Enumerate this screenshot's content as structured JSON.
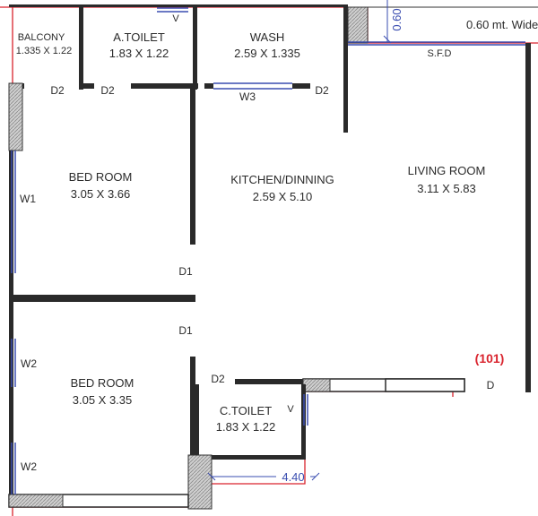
{
  "rooms": {
    "balcony": {
      "name": "BALCONY",
      "size": "1.335 X 1.22"
    },
    "a_toilet": {
      "name": "A.TOILET",
      "size": "1.83 X 1.22"
    },
    "wash": {
      "name": "WASH",
      "size": "2.59 X 1.335"
    },
    "bed_room_1": {
      "name": "BED ROOM",
      "size": "3.05 X 3.66"
    },
    "kitchen": {
      "name": "KITCHEN/DINNING",
      "size": "2.59 X 5.10"
    },
    "living": {
      "name": "LIVING ROOM",
      "size": "3.11 X 5.83"
    },
    "bed_room_2": {
      "name": "BED ROOM",
      "size": "3.05 X 3.35"
    },
    "c_toilet": {
      "name": "C.TOILET",
      "size": "1.83 X 1.22"
    }
  },
  "openings": {
    "d2_balcony": "D2",
    "d2_atoilet": "D2",
    "d2_wash": "D2",
    "d2_ctoilet": "D2",
    "d1_upper": "D1",
    "d1_lower": "D1",
    "d_main": "D",
    "w1": "W1",
    "w2_upper": "W2",
    "w2_lower": "W2",
    "w3": "W3",
    "v_atoilet": "V",
    "v_ctoilet": "V",
    "sfd": "S.F.D"
  },
  "dimensions": {
    "top_vertical": "0.60",
    "corridor": "0.60 mt. Wide",
    "bottom": "4.40"
  },
  "unit_number": "(101)",
  "colors": {
    "wall": "#2a2a2a",
    "window": "#3a4db0",
    "boundary": "#d9232d",
    "dimension": "#3a4db0",
    "unit_label": "#d9232d"
  }
}
